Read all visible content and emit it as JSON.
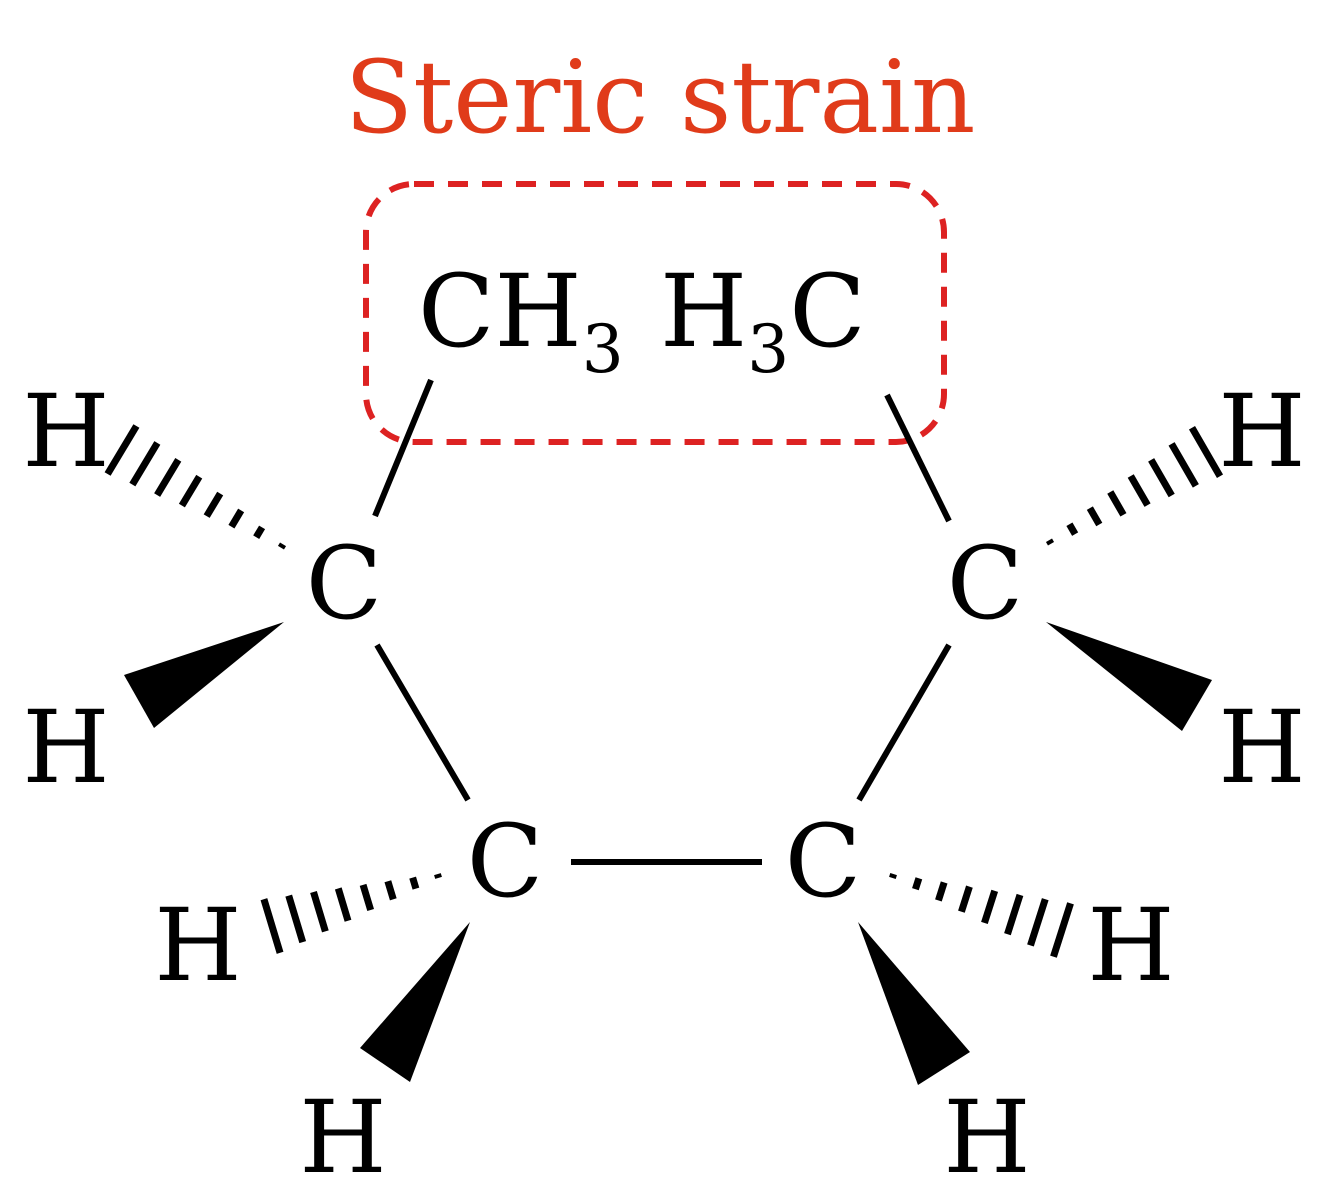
{
  "annotation": {
    "text": "Steric strain",
    "color": "#e03b1a",
    "box_color": "#dd2222"
  },
  "atoms": {
    "c_top_left": "C",
    "c_top_right": "C",
    "c_bottom_left": "C",
    "c_bottom_right": "C",
    "methyl_left": {
      "main": "CH",
      "subscript": "3"
    },
    "methyl_right": {
      "prefix": "H",
      "subscript": "3",
      "main": "C"
    },
    "h_left_upper": "H",
    "h_left_lower": "H",
    "h_right_upper": "H",
    "h_right_lower": "H",
    "h_bottom_left_hashed": "H",
    "h_bottom_left_wedge": "H",
    "h_bottom_right_hashed": "H",
    "h_bottom_right_wedge": "H"
  }
}
